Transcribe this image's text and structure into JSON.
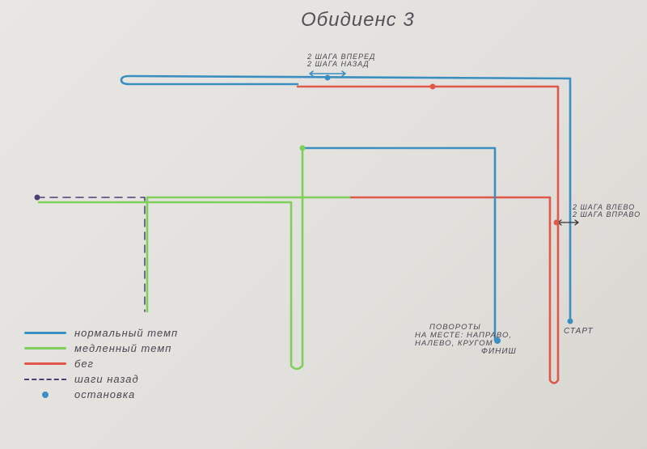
{
  "title": "Обидиенс 3",
  "annotations": {
    "steps_forward_back": [
      "2 шага вперед",
      "2 шага назад"
    ],
    "steps_left_right": [
      "2 шага влево",
      "2 шага вправо"
    ],
    "turns": [
      "повороты",
      "на месте: направо,",
      "налево, кругом"
    ],
    "finish": "финиш",
    "start": "старт"
  },
  "legend": [
    {
      "label": "нормальный темп",
      "style": "line",
      "color": "#3a8fc0"
    },
    {
      "label": "медленный темп",
      "style": "line",
      "color": "#7fd05a"
    },
    {
      "label": "бег",
      "style": "line",
      "color": "#e0584a"
    },
    {
      "label": "шаги назад",
      "style": "dashed",
      "color": "#4a3f78"
    },
    {
      "label": "остановка",
      "style": "dot",
      "color": "#3a8fc0"
    }
  ],
  "colors": {
    "normal": "#3a8fc0",
    "slow": "#7fd05a",
    "run": "#e0584a",
    "back": "#4a3f78"
  }
}
